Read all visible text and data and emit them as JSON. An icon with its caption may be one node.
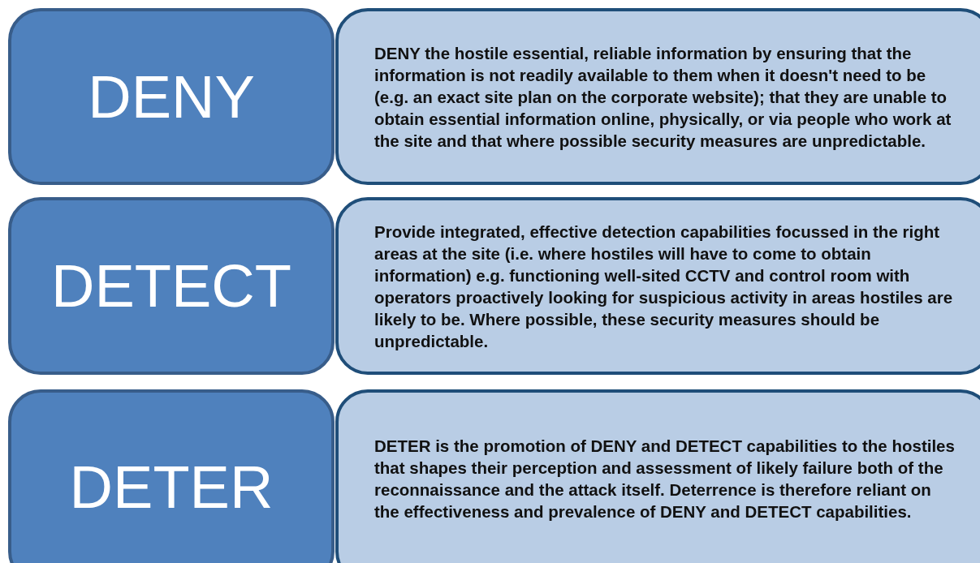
{
  "diagram": {
    "nodes": [
      {
        "text": [
          "DENY"
        ]
      },
      {
        "text": [
          "DENY the hostile essential, reliable information by ensuring that the information is not readily available to them when it doesn't need to be (e.g. an exact site plan on the corporate website); that they are unable to obtain essential information online, physically, or via people who work at the site and that where possible security measures are unpredictable."
        ]
      },
      {
        "text": [
          "DETECT"
        ]
      },
      {
        "text": [
          "Provide integrated, effective detection capabilities focussed in the right areas at the site (i.e. where hostiles will have to come to obtain information) e.g. functioning well-sited CCTV and control room with operators proactively looking for suspicious activity in areas hostiles are likely to be. Where possible, these security measures should be unpredictable."
        ]
      },
      {
        "text": [
          "DETER"
        ]
      },
      {
        "text": [
          "DETER is the promotion of DENY and DETECT capabilities to the hostiles that shapes their perception and assessment of likely failure both of the reconnaissance and the attack itself. Deterrence is therefore reliant on the effectiveness and prevalence of DENY and DETECT capabilities."
        ]
      }
    ]
  }
}
